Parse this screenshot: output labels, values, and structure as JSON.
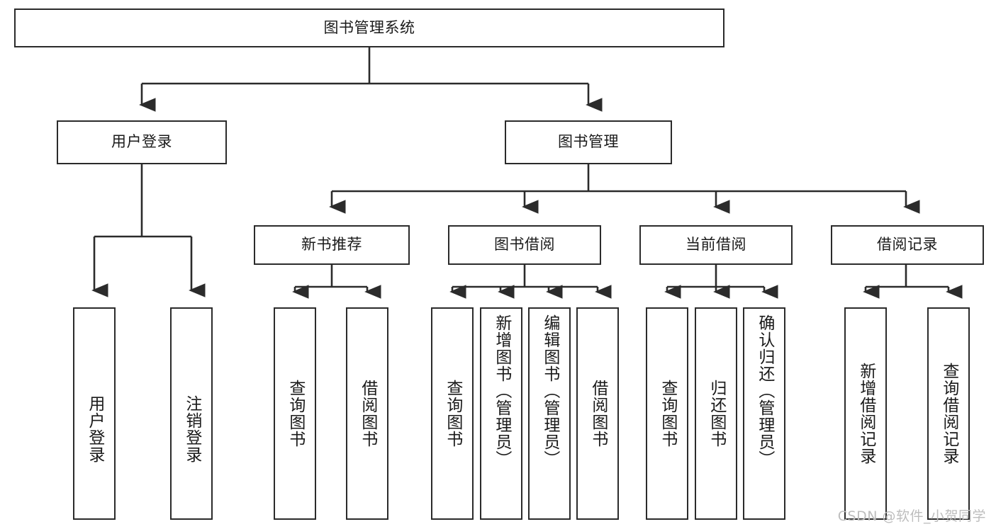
{
  "diagram": {
    "title_node": {
      "label": "图书管理系统"
    },
    "level2": [
      {
        "id": "user-login",
        "label": "用户登录"
      },
      {
        "id": "book-manage",
        "label": "图书管理"
      }
    ],
    "level3": [
      {
        "id": "new-book-recommend",
        "label": "新书推荐"
      },
      {
        "id": "book-borrow",
        "label": "图书借阅"
      },
      {
        "id": "current-borrow",
        "label": "当前借阅"
      },
      {
        "id": "borrow-record",
        "label": "借阅记录"
      }
    ],
    "leaves": {
      "user_login": [
        {
          "id": "leaf-user-login",
          "label": "用户登录"
        },
        {
          "id": "leaf-logout-login",
          "label": "注销登录"
        }
      ],
      "new_book_recommend": [
        {
          "id": "leaf-query-book-1",
          "label": "查询图书"
        },
        {
          "id": "leaf-borrow-book-1",
          "label": "借阅图书"
        }
      ],
      "book_borrow": [
        {
          "id": "leaf-query-book-2",
          "label": "查询图书"
        },
        {
          "id": "leaf-add-book",
          "label": "新增图书（管理员）"
        },
        {
          "id": "leaf-edit-book",
          "label": "编辑图书（管理员）"
        },
        {
          "id": "leaf-borrow-book-2",
          "label": "借阅图书"
        }
      ],
      "current_borrow": [
        {
          "id": "leaf-query-book-3",
          "label": "查询图书"
        },
        {
          "id": "leaf-return-book",
          "label": "归还图书"
        },
        {
          "id": "leaf-confirm-return",
          "label": "确认归还（管理员）"
        }
      ],
      "borrow_record": [
        {
          "id": "leaf-add-record",
          "label": "新增借阅记录"
        },
        {
          "id": "leaf-query-record",
          "label": "查询借阅记录"
        }
      ]
    }
  },
  "watermark": {
    "text": "CSDN @软件_小贺同学"
  },
  "colors": {
    "border": "#2b2b2b",
    "background": "#ffffff",
    "text": "#1a1a1a",
    "watermark": "#bdbdbd"
  }
}
